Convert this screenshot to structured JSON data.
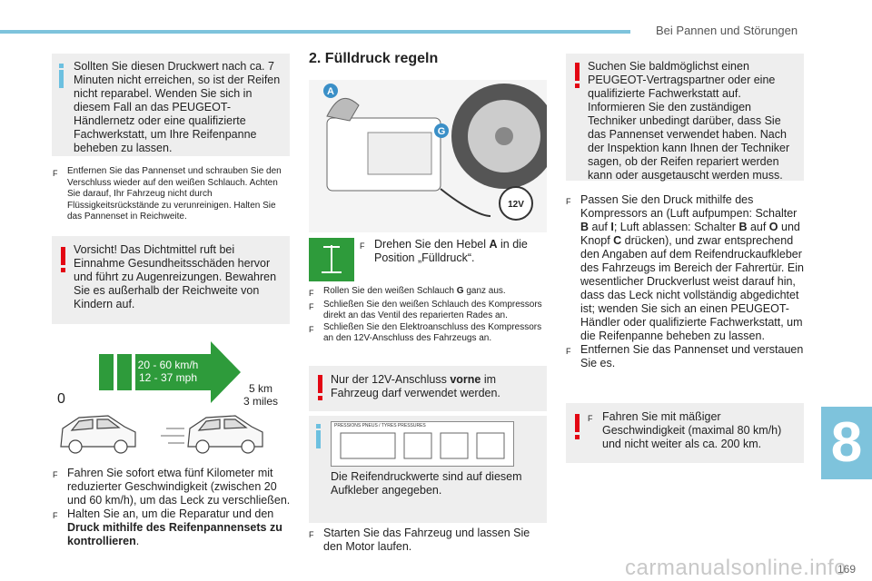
{
  "header": {
    "section_title": "Bei Pannen und Störungen"
  },
  "left": {
    "info_box": "Sollten Sie diesen Druckwert nach ca. 7 Minuten nicht erreichen, so ist der Reifen nicht reparabel. Wenden Sie sich in diesem Fall an das PEUGEOT-Händlernetz oder eine qualifizierte Fachwerkstatt, um Ihre Reifenpanne beheben zu lassen.",
    "bullet1": "Entfernen Sie das Pannenset und schrauben Sie den Verschluss wieder auf den weißen Schlauch. Achten Sie darauf, Ihr Fahrzeug nicht durch Flüssigkeitsrückstände zu verunreinigen. Halten Sie das Pannenset in Reichweite.",
    "warning_box": "Vorsicht! Das Dichtmittel ruft bei Einnahme Gesundheitsschäden hervor und führt zu Augenreizungen. Bewahren Sie es außerhalb der Reichweite von Kindern auf.",
    "speed_kmh": "20 - 60 km/h",
    "speed_mph": "12 - 37 mph",
    "dist_start": "0",
    "dist_km": "5 km",
    "dist_miles": "3 miles",
    "bullet2": "Fahren Sie sofort etwa fünf Kilometer mit reduzierter Geschwindigkeit (zwischen 20 und 60 km/h), um das Leck zu verschließen.",
    "bullet3_a": "Halten Sie an, um die Reparatur und den ",
    "bullet3_b": "Druck mithilfe des Reifenpannensets zu kontrollieren",
    "bullet3_c": "."
  },
  "middle": {
    "title": "2. Fülldruck regeln",
    "label_a": "A",
    "label_g": "G",
    "label_12v": "12V",
    "lever_text_a": "Drehen Sie den Hebel ",
    "lever_text_b": "A",
    "lever_text_c": " in die Position „Fülldruck“.",
    "sb1_a": "Rollen Sie den weißen Schlauch ",
    "sb1_b": "G",
    "sb1_c": " ganz aus.",
    "sb2": "Schließen Sie den weißen Schlauch des Kompressors direkt an das Ventil des reparierten Rades an.",
    "sb3": "Schließen Sie den Elektroanschluss des Kompressors an den 12V-Anschluss des Fahrzeugs an.",
    "warn_12v_a": "Nur der 12V-Anschluss ",
    "warn_12v_b": "vorne",
    "warn_12v_c": " im Fahrzeug darf verwendet werden.",
    "sticker_header": "PRESSIONS PNEUS / TYRES PRESSURES",
    "sticker_text": "Die Reifendruckwerte sind auf diesem Aufkleber angegeben.",
    "bullet_start": "Starten Sie das Fahrzeug und lassen Sie den Motor laufen."
  },
  "right": {
    "warning_top": "Suchen Sie baldmöglichst einen PEUGEOT-Vertragspartner oder eine qualifizierte Fachwerkstatt auf. Informieren Sie den zuständigen Techniker unbedingt darüber, dass Sie das Pannenset verwendet haben. Nach der Inspektion kann Ihnen der Techniker sagen, ob der Reifen repariert werden kann oder ausgetauscht werden muss.",
    "p1": "Passen Sie den Druck mithilfe des Kompressors an (Luft aufpumpen: Schalter ",
    "p1_b": "B",
    "p1_c": " auf ",
    "p1_i": "I",
    "p1_d": "; Luft ablassen: Schalter ",
    "p1_b2": "B",
    "p1_e": " auf ",
    "p1_o": "O",
    "p1_f": " und Knopf ",
    "p1_cc": "C",
    "p1_g": " drücken), und zwar entsprechend den Angaben auf dem Reifendruckaufkleber des Fahrzeugs im Bereich der Fahrertür. Ein wesentlicher Druckverlust weist darauf hin, dass das Leck nicht vollständig abgedichtet ist; wenden Sie sich an einen PEUGEOT-Händler oder qualifizierte Fachwerkstatt, um die Reifenpanne beheben zu lassen.",
    "p2": "Entfernen Sie das Pannenset und verstauen Sie es.",
    "warning_bottom": "Fahren Sie mit mäßiger Geschwindigkeit (maximal 80 km/h) und nicht weiter als ca. 200 km."
  },
  "footer": {
    "chapter": "8",
    "page": "169",
    "watermark": "carmanualsonline.info"
  }
}
